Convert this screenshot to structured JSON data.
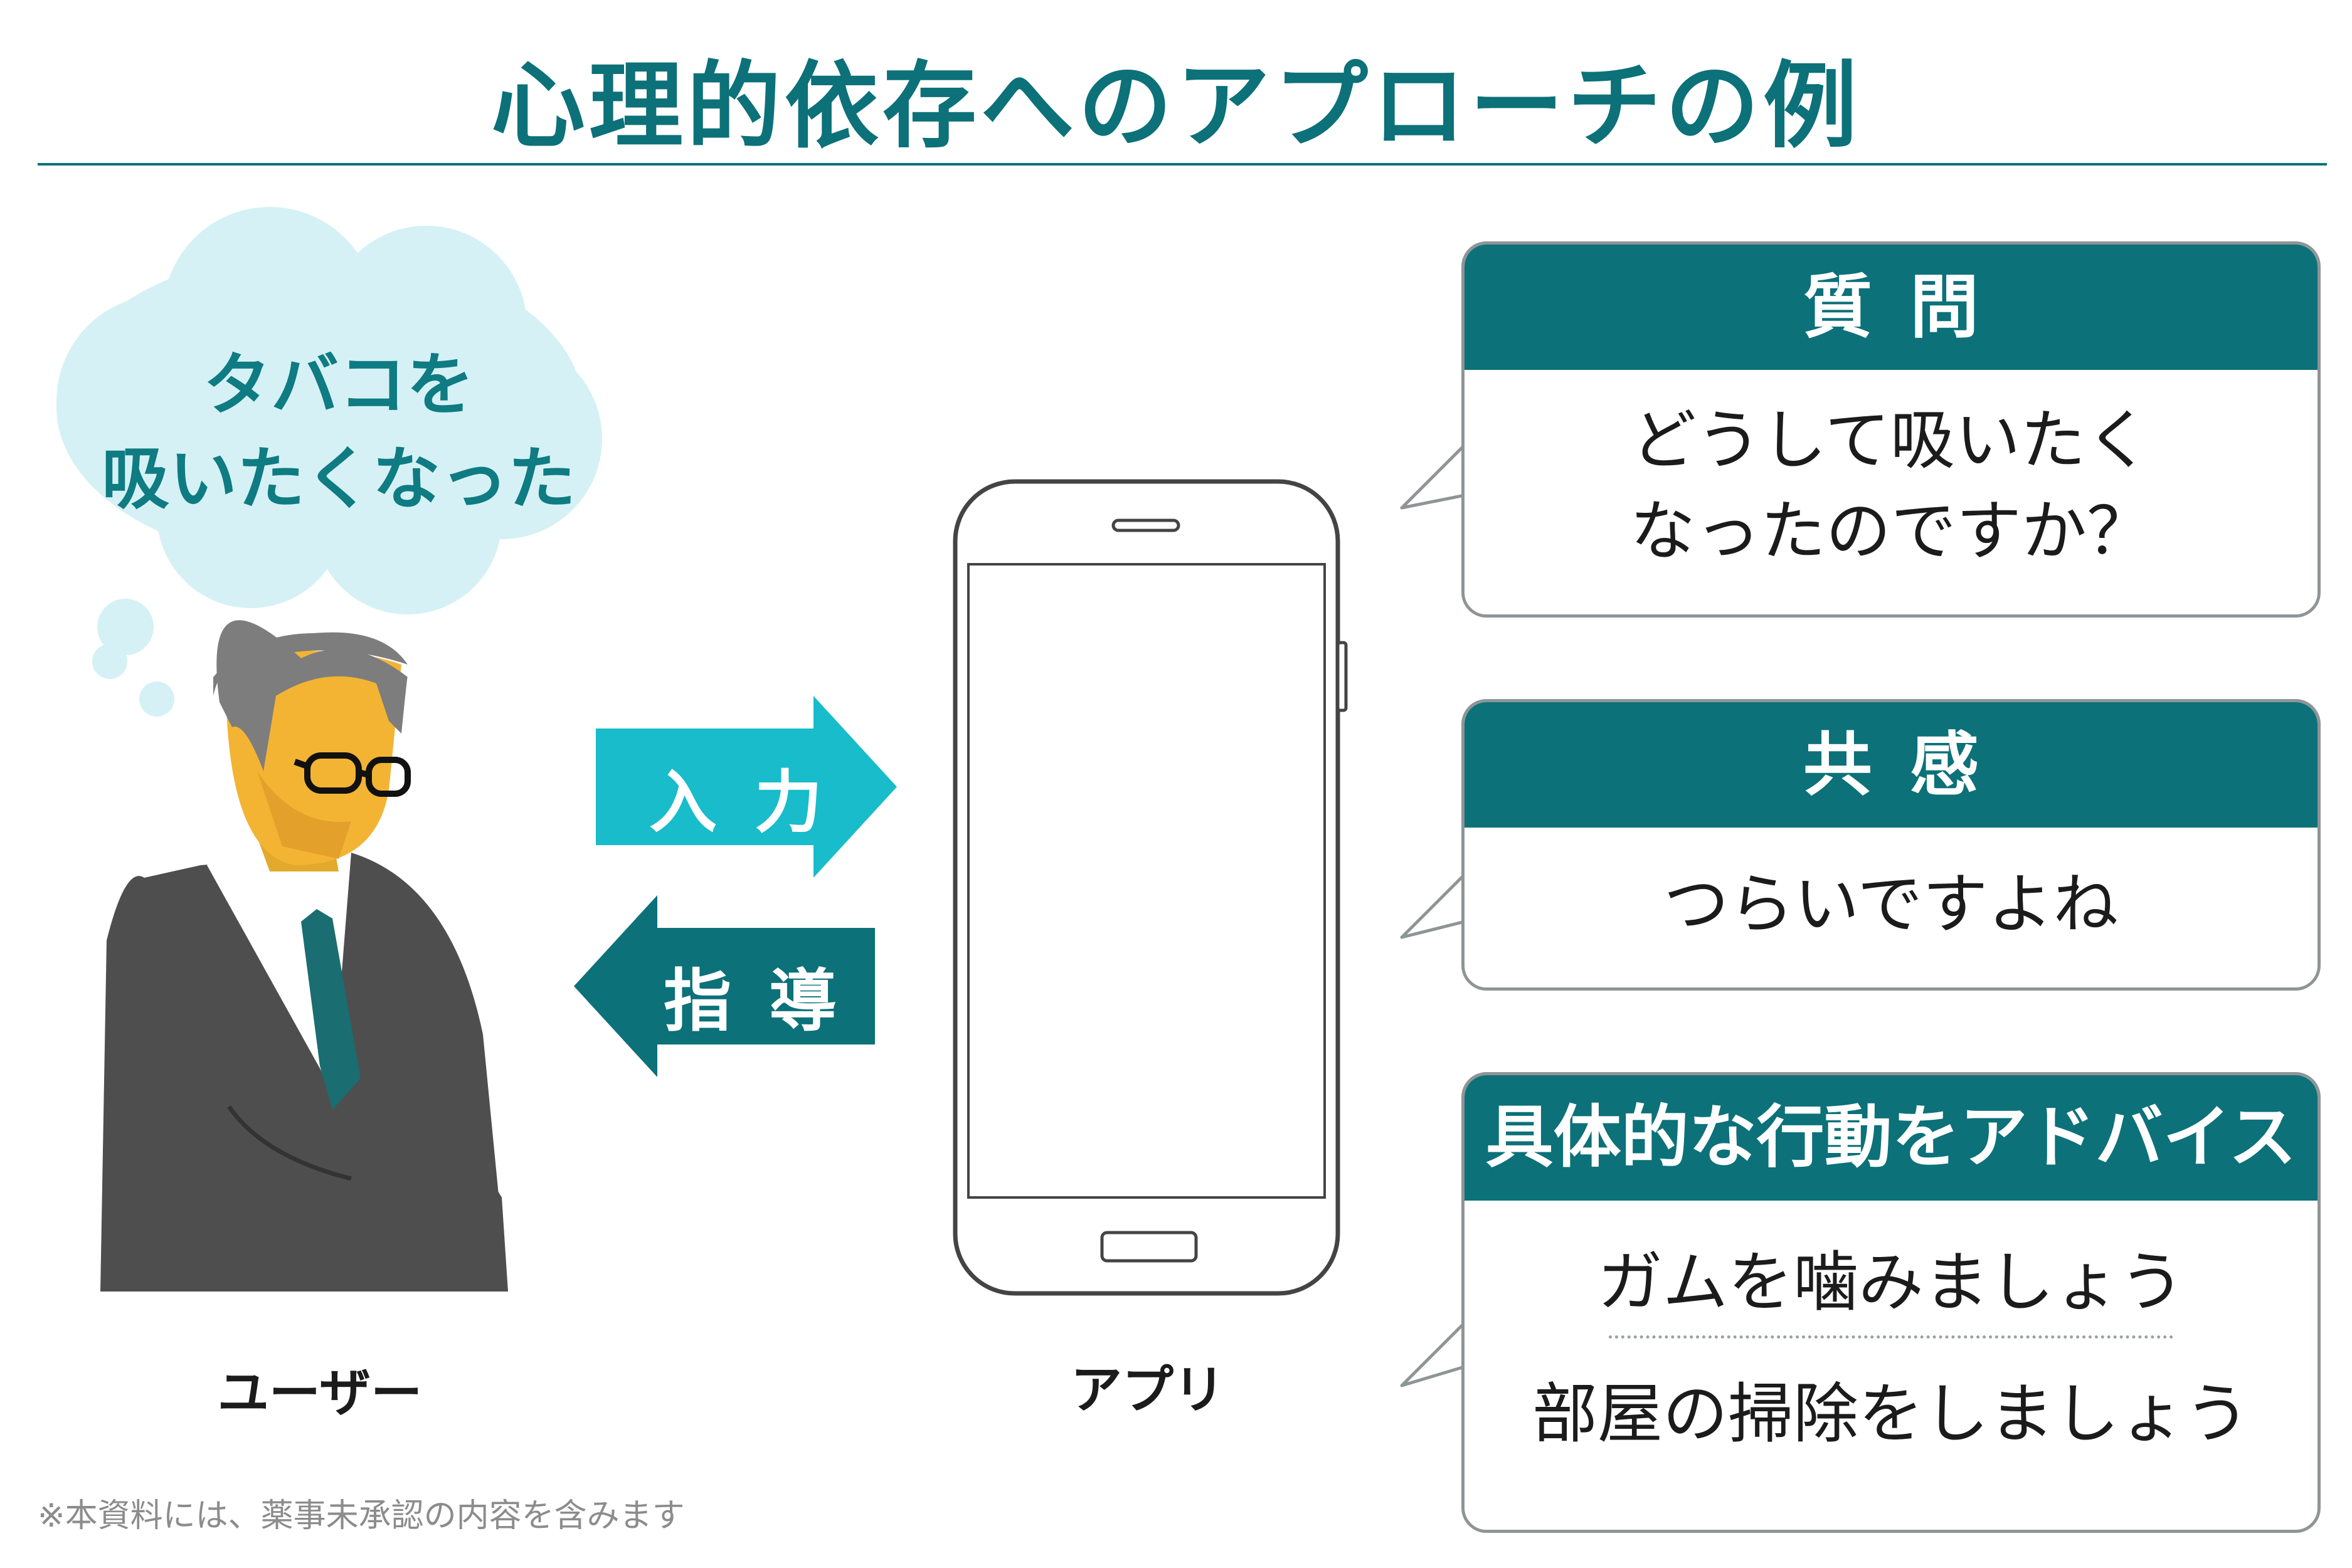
{
  "title": "心理的依存へのアプローチの例",
  "user": {
    "thought": [
      "タバコを",
      "吸いたくなった"
    ],
    "label": "ユーザー"
  },
  "arrows": {
    "input": "入力",
    "guidance": "指導"
  },
  "app": {
    "label": "アプリ"
  },
  "cards": [
    {
      "heading": "質問",
      "lines": [
        "どうして吸いたく",
        "なったのですか？"
      ]
    },
    {
      "heading": "共感",
      "lines": [
        "つらいですよね"
      ]
    },
    {
      "heading": "具体的な行動をアドバイス",
      "lines": [
        "ガムを噛みましょう",
        "部屋の掃除をしましょう"
      ]
    }
  ],
  "footnote": "※本資料には、薬事未承認の内容を含みます",
  "colors": {
    "primary": "#0c7179",
    "accent": "#18bccb",
    "thought_cloud": "#d5f1f5",
    "card_border": "#8f9596"
  }
}
